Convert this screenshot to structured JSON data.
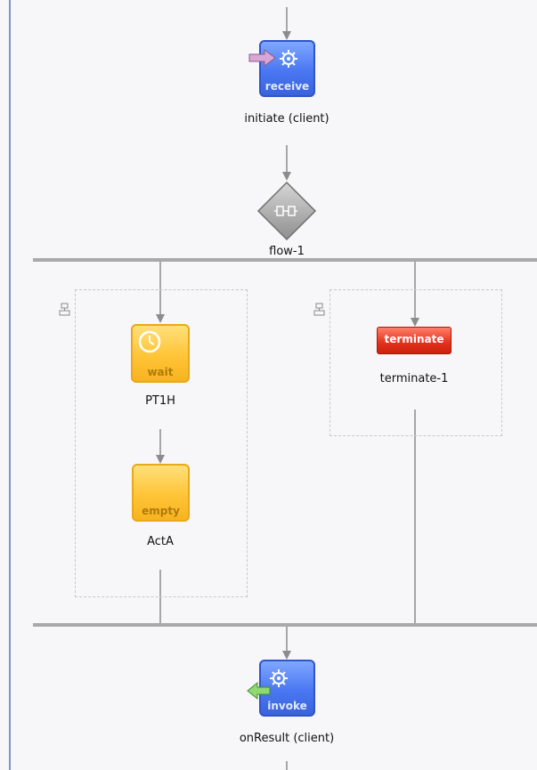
{
  "nodes": {
    "receive": {
      "tag": "receive",
      "label": "initiate (client)",
      "icon": "gear-icon",
      "badge": "arrow-in-icon"
    },
    "flow": {
      "label": "flow-1",
      "icon": "flow-icon"
    },
    "wait": {
      "tag": "wait",
      "label": "PT1H",
      "icon": "clock-icon"
    },
    "empty": {
      "tag": "empty",
      "label": "ActA"
    },
    "terminate": {
      "tag": "terminate",
      "label": "terminate-1"
    },
    "invoke": {
      "tag": "invoke",
      "label": "onResult (client)",
      "icon": "gear-icon",
      "badge": "arrow-out-icon"
    }
  },
  "colors": {
    "receive_invoke": "#4a77f2",
    "wait_empty": "#ffc437",
    "terminate": "#e3311b",
    "flow_diamond": "#9a9a9a",
    "connector": "#8c8c8c"
  }
}
